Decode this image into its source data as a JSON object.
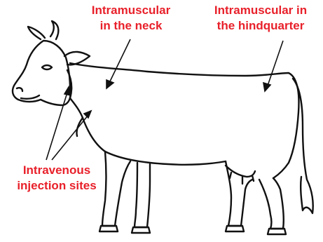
{
  "colors": {
    "label": "#e8202a",
    "outline": "#111111",
    "pointer": "#111111"
  },
  "labels": {
    "neck": {
      "line1": "Intramuscular",
      "line2": "in the neck"
    },
    "hind": {
      "line1": "Intramuscular in",
      "line2": "the hindquarter"
    },
    "iv": {
      "line1": "Intravenous",
      "line2": "injection sites"
    }
  }
}
